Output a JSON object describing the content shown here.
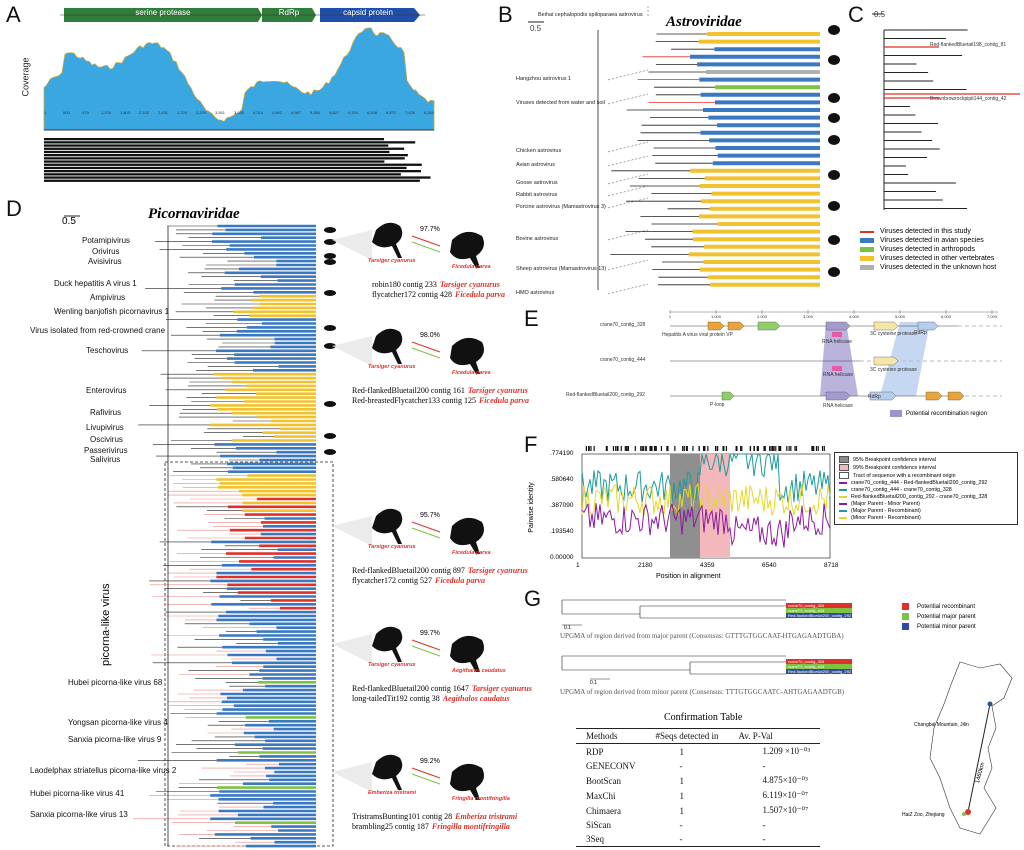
{
  "panel_letters": [
    "A",
    "B",
    "C",
    "D",
    "E",
    "F",
    "G"
  ],
  "panelA": {
    "genes": [
      "serine protease",
      "RdRp",
      "capsid protein"
    ],
    "ylabel": "Coverage",
    "ticks": [
      "1",
      "500",
      "979",
      "1,376",
      "1,803",
      "2,102",
      "2,431",
      "2,720",
      "3,209",
      "3,551",
      "3,885",
      "4,314",
      "4,692",
      "4,987",
      "5,350",
      "5,627",
      "6,154",
      "6,528",
      "6,871",
      "7,429",
      "8,260"
    ]
  },
  "panelB": {
    "title": "Astroviridae",
    "scale": "0.5",
    "taxa": [
      "Beihai cephalopodis spiloparaea astrovirus",
      "Hangzhou astrovirus 1",
      "Viruses detected from water and soil",
      "Chicken astrovirus",
      "Avian astrovirus",
      "Goose astrovirus",
      "Rabbit astrovirus",
      "Porcine astrovirus (Mamastrovirus 3)",
      "Bovine astrovirus",
      "Sheep astrovirus (Mamastrovirus 13)",
      "HMO astrovirus"
    ]
  },
  "panelC": {
    "scale": "0.5",
    "labels": [
      "Red-flankedBluetail198_contig_81",
      "Brownbrowrockpipit144_contig_42"
    ],
    "legend": [
      {
        "text": "Viruses detected in this study",
        "color": "#e0302a"
      },
      {
        "text": "Viruses detected in avian species",
        "color": "#3a78c2"
      },
      {
        "text": "Viruses detected in arthropods",
        "color": "#7dc242"
      },
      {
        "text": "Viruses detected in other vertebrates",
        "color": "#f2c12e"
      },
      {
        "text": "Viruses detected in the unknown host",
        "color": "#b0b0b0"
      }
    ]
  },
  "panelD": {
    "title": "Picornaviridae",
    "scale": "0.5",
    "side_label": "picorna-like virus",
    "taxa": [
      "Potamipivirus",
      "Orivirus",
      "Avisivirus",
      "Duck hepatitis A virus 1",
      "Ampivirus",
      "Wenling banjofish picornavirus 1",
      "Virus isolated from red-crowned crane",
      "Teschovirus",
      "Enterovirus",
      "Rafivirus",
      "Livupivirus",
      "Oscivirus",
      "Passerivirus",
      "Salivirus",
      "Hubei picorna-like virus 68",
      "Yongsan picorna-like virus 4",
      "Sanxia picorna-like virus 9",
      "Laodelphax striatellus picorna-like virus 2",
      "Hubei picorna-like virus 41",
      "Sanxia picorna-like virus 13"
    ],
    "pairs": [
      {
        "pct": "97.7%",
        "bird_left": "Tarsiger cyanurus",
        "bird_right": "Ficedula parva",
        "line1": "robin180 contig 233",
        "line1_sp": "Tarsiger cyanurus",
        "line2": "flycatcher172 contig 428",
        "line2_sp": "Ficedula parva"
      },
      {
        "pct": "98.0%",
        "bird_left": "Tarsiger cyanurus",
        "bird_right": "Ficedula parva",
        "line1": "Red-flankedBluetail200 contig 161",
        "line1_sp": "Tarsiger cyanurus",
        "line2": "Red-breastedFlycatcher133 contig 125",
        "line2_sp": "Ficedula parva"
      },
      {
        "pct": "95.7%",
        "bird_left": "Tarsiger cyanurus",
        "bird_right": "Ficedula parva",
        "line1": "Red-flankedBluetail200 contig 897",
        "line1_sp": "Tarsiger cyanurus",
        "line2": "flycatcher172 contig 527",
        "line2_sp": "Ficedula parva"
      },
      {
        "pct": "99.7%",
        "bird_left": "Tarsiger cyanurus",
        "bird_right": "Aegithalos caudatus",
        "line1": "Red-flankedBluetail200 contig 1647",
        "line1_sp": "Tarsiger cyanurus",
        "line2": "long-tailedTit192 contig 38",
        "line2_sp": "Aegithalos caudatus"
      },
      {
        "pct": "99.2%",
        "bird_left": "Emberiza tristrami",
        "bird_right": "Fringilla montifringilla",
        "line1": "TristramsBunting101 contig 28",
        "line1_sp": "Emberiza tristrami",
        "line2": "brambling25 contig 187",
        "line2_sp": "Fringilla montifringilla"
      }
    ]
  },
  "panelE": {
    "ruler": [
      "1",
      "1,000",
      "2,000",
      "3,000",
      "4,000",
      "5,000",
      "6,000",
      "7,000"
    ],
    "contigs": [
      "crane70_contig_328",
      "crane70_contig_444",
      "Red-flankedBluetail200_contig_292"
    ],
    "features": [
      "Hepatitis A virus viral protein VP",
      "RNA helicase",
      "3C cysteine protease",
      "RdRp",
      "RNA helicase",
      "3C cysteine protease",
      "P-loop",
      "RNA helicase",
      "RdRp"
    ],
    "legend": "Potential recombination region"
  },
  "panelF": {
    "ylabel": "Pairwise identity",
    "xlabel": "Position in alignment",
    "yticks": [
      ".774190",
      ".580640",
      ".387090",
      ".193540",
      "0.00000"
    ],
    "xticks": [
      "1",
      "2180",
      "4359",
      "6540",
      "8718"
    ],
    "legend": [
      {
        "text": "95% Breakpoint confidence interval",
        "color": "#8a8a8a"
      },
      {
        "text": "99% Breakpoint confidence interval",
        "color": "#f2b8bc"
      },
      {
        "text": "Tract of sequence with a recombinant origin",
        "color": "#ffffff"
      },
      {
        "text": "crane70_contig_444 - Red-flankedBluetail200_contig_292",
        "color": "#8b1aa0"
      },
      {
        "text": "crane70_contig_444 - crane70_contig_328",
        "color": "#1e9a9a"
      },
      {
        "text": "Red-flankedBluetail200_contig_292 - crane70_contig_328",
        "color": "#e3d82a"
      },
      {
        "text": "(Major Parent - Minor Parent)",
        "color": "#8b1aa0"
      },
      {
        "text": "(Major Parent - Recombinant)",
        "color": "#1e9a9a"
      },
      {
        "text": "(Minor Parent - Recombinant)",
        "color": "#e3d82a"
      }
    ]
  },
  "panelG": {
    "leaf_labels": [
      "crane70_contig_328",
      "crane70_contig_444",
      "Red-flankedBluetail200_contig_292"
    ],
    "scale": "0.1",
    "caption1": "UPGMA of region derived from major parent (Consensus: GTTTGTGGCAAT-HTGAGAADTGBA)",
    "caption2": "UPGMA of region derived from minor parent (Consensus: TTTGTGGCAATC-AHTGAGAADTGB)",
    "legend": [
      {
        "text": "Potential recombinant",
        "color": "#e0302a"
      },
      {
        "text": "Potential major parent",
        "color": "#7dc242"
      },
      {
        "text": "Potential minor parent",
        "color": "#2f4ea0"
      }
    ],
    "map": {
      "city1": "Changbai Mountain, Jilin",
      "city2": "HaiZ Zoo, Zhejiang",
      "distance": "1460km"
    },
    "table": {
      "title": "Confirmation Table",
      "headers": [
        "Methods",
        "#Seqs detected in",
        "Av. P-Val"
      ],
      "rows": [
        [
          "RDP",
          "1",
          "1.209 ×10⁻⁰³"
        ],
        [
          "GENECONV",
          "-",
          "-"
        ],
        [
          "BootScan",
          "1",
          "4.875×10⁻⁰³"
        ],
        [
          "MaxChi",
          "1",
          "6.119×10⁻⁰⁷"
        ],
        [
          "Chimaera",
          "1",
          "1.507×10⁻⁰⁷"
        ],
        [
          "SiScan",
          "-",
          "-"
        ],
        [
          "3Seq",
          "-",
          "-"
        ]
      ]
    }
  }
}
